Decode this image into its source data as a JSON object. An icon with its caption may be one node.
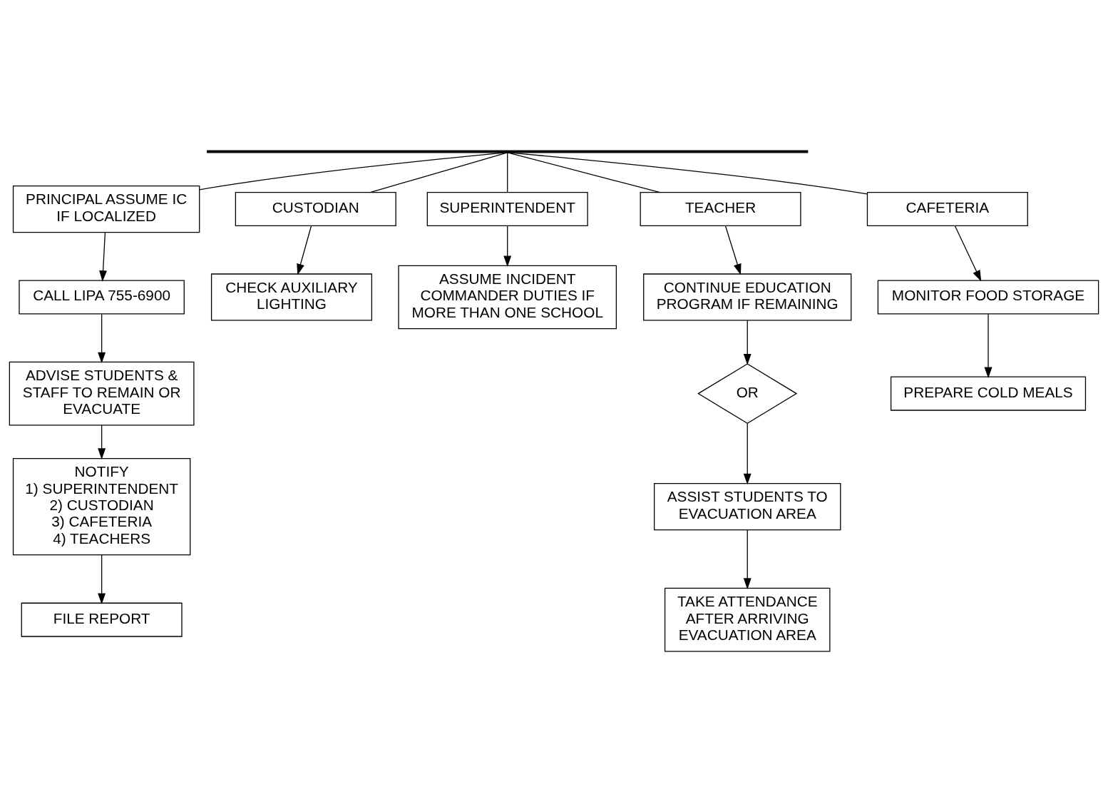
{
  "diagram": {
    "nodes": [
      {
        "text": [],
        "shape": "bar"
      },
      {
        "text": [
          "PRINCIPAL ASSUME IC IF LOCALIZED"
        ]
      },
      {
        "text": [
          "CUSTODIAN"
        ]
      },
      {
        "text": [
          "SUPERINTENDENT"
        ]
      },
      {
        "text": [
          "TEACHER"
        ]
      },
      {
        "text": [
          "CALL LIPA 755-6900"
        ]
      },
      {
        "text": [
          "CHECK AUXILIARY LIGHTING"
        ]
      },
      {
        "text": [
          "ASSUME INCIDENT COMMANDER DUTIES IF MORE THAN ONE SCHOOL"
        ]
      },
      {
        "text": [
          "CONTINUE EDUCATION PROGRAM IF REMAINING"
        ]
      },
      {
        "text": [
          "ADVISE STUDENTS & STAFF TO REMAIN OR EVACUATE"
        ]
      },
      {
        "text": [
          "OR"
        ]
      },
      {
        "text": [
          "CAFETERIA"
        ]
      },
      {
        "text": [
          "NOTIFY",
          "1) SUPERINTENDENT",
          "2) CUSTODIAN",
          "3) CAFETERIA",
          "4) TEACHERS"
        ]
      },
      {
        "text": [
          "ASSIST STUDENTS TO EVACUATION AREA"
        ]
      },
      {
        "text": [
          "MONITOR FOOD STORAGE"
        ]
      },
      {
        "text": [
          "FILE REPORT"
        ]
      },
      {
        "text": [
          "PREPARE COLD MEALS"
        ]
      },
      {
        "text": [
          "TAKE ATTENDANCE AFTER ARRIVING EVACUATION AREA"
        ]
      }
    ],
    "edges": [
      {
        "from": 0,
        "to": 1,
        "arrow": "none"
      },
      {
        "from": 0,
        "to": 2,
        "arrow": "none"
      },
      {
        "from": 0,
        "to": 11,
        "arrow": "none"
      },
      {
        "from": 0,
        "to": 3,
        "arrow": "none"
      },
      {
        "from": 0,
        "to": 4,
        "arrow": "none"
      },
      {
        "from": 1,
        "to": 5,
        "arrow": "to"
      },
      {
        "from": 5,
        "to": 9,
        "arrow": "to"
      },
      {
        "from": 9,
        "to": 12,
        "arrow": "to"
      },
      {
        "from": 12,
        "to": 15,
        "arrow": "to"
      },
      {
        "from": 2,
        "to": 6,
        "arrow": "to"
      },
      {
        "from": 11,
        "to": 14,
        "arrow": "to"
      },
      {
        "from": 14,
        "to": 16,
        "arrow": "to"
      },
      {
        "from": 3,
        "to": 7,
        "arrow": "to"
      },
      {
        "from": 4,
        "to": 8,
        "arrow": "to"
      },
      {
        "from": 8,
        "to": 10,
        "arrow": "to"
      },
      {
        "from": 10,
        "to": 13,
        "arrow": "to"
      },
      {
        "from": 13,
        "to": 17,
        "arrow": "to"
      }
    ]
  }
}
